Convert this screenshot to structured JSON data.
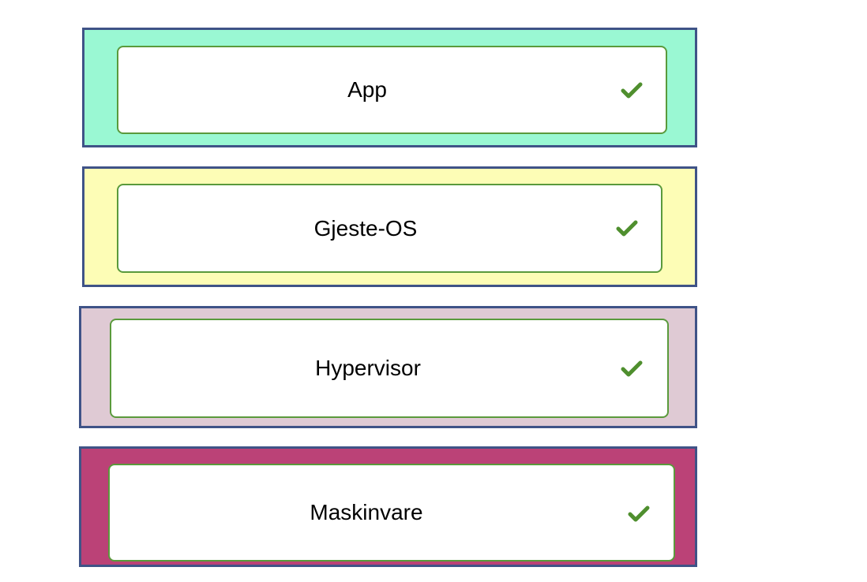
{
  "layers": [
    {
      "label": "App",
      "fill": "#9af8d3",
      "check": "checkmark-icon"
    },
    {
      "label": "Gjeste-OS",
      "fill": "#fdfdb6",
      "check": "checkmark-icon"
    },
    {
      "label": "Hypervisor",
      "fill": "#dfcad4",
      "check": "checkmark-icon"
    },
    {
      "label": "Maskinvare",
      "fill": "#bb4277",
      "check": "checkmark-icon"
    }
  ],
  "colors": {
    "outer_border": "#3f5387",
    "inner_border": "#5a9a3c",
    "checkmark": "#4f8f2e"
  }
}
